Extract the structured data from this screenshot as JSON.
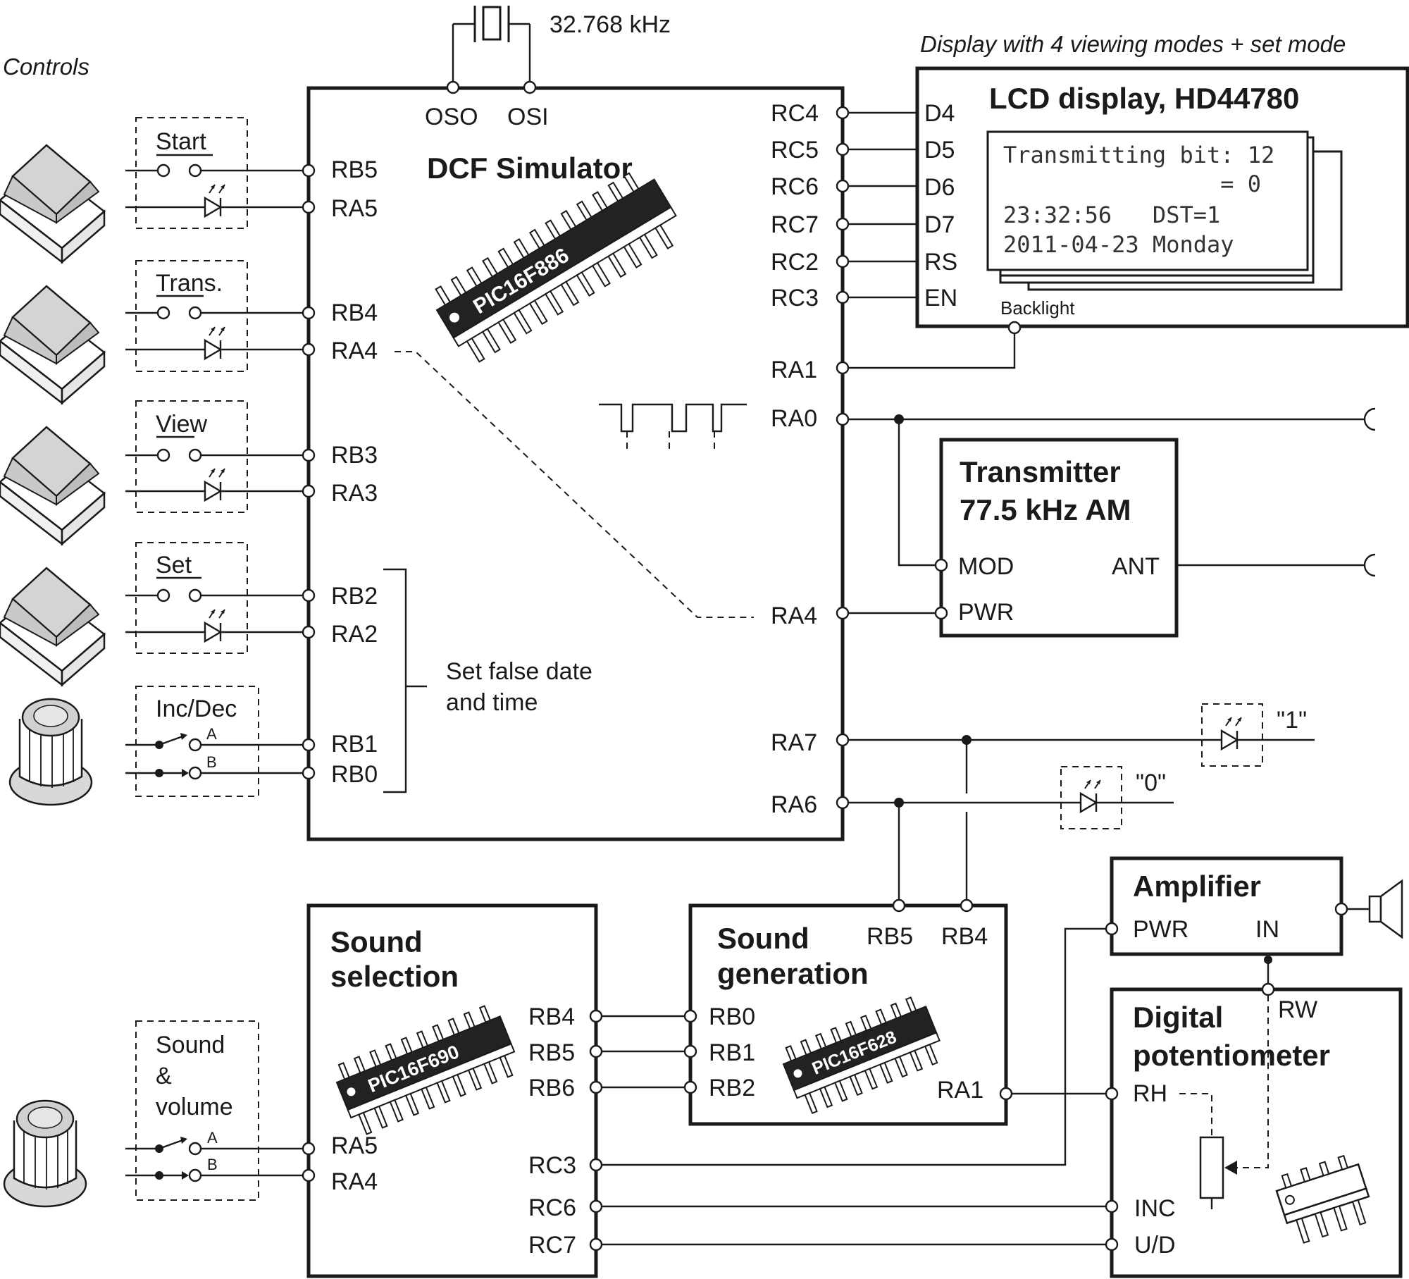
{
  "controls_label": "Controls",
  "crystal": {
    "freq": "32.768 kHz",
    "pin_oso": "OSO",
    "pin_osi": "OSI"
  },
  "dcf": {
    "title": "DCF Simulator",
    "chip": "PIC16F886",
    "left_pins": [
      "RB5",
      "RA5",
      "RB4",
      "RA4",
      "RB3",
      "RA3",
      "RB2",
      "RA2",
      "RB1",
      "RB0"
    ],
    "right_pins": [
      "RC4",
      "RC5",
      "RC6",
      "RC7",
      "RC2",
      "RC3",
      "RA1",
      "RA0",
      "RA4",
      "RA7",
      "RA6"
    ],
    "bracket_text": [
      "Set false date",
      "and time"
    ]
  },
  "buttons": [
    {
      "label": "Start"
    },
    {
      "label": "Trans."
    },
    {
      "label": "View"
    },
    {
      "label": "Set"
    }
  ],
  "incdec": {
    "label": "Inc/Dec",
    "a": "A",
    "b": "B"
  },
  "lcd": {
    "caption": "Display with 4 viewing modes + set mode",
    "title": "LCD display, HD44780",
    "pins": [
      "D4",
      "D5",
      "D6",
      "D7",
      "RS",
      "EN"
    ],
    "backlight": "Backlight",
    "screen_lines": [
      "Transmitting bit: 12",
      "                = 0",
      "23:32:56   DST=1",
      "2011-04-23 Monday"
    ]
  },
  "transmitter": {
    "title_line1": "Transmitter",
    "title_line2": "77.5 kHz AM",
    "pin_mod": "MOD",
    "pin_pwr": "PWR",
    "pin_ant": "ANT"
  },
  "leds": {
    "one": "\"1\"",
    "zero": "\"0\""
  },
  "sound_selection": {
    "title_line1": "Sound",
    "title_line2": "selection",
    "chip": "PIC16F690",
    "left_pins": [
      "RA5",
      "RA4"
    ],
    "right_pins": [
      "RB4",
      "RB5",
      "RB6",
      "RC3",
      "RC6",
      "RC7"
    ]
  },
  "sound_knob": {
    "label_line1": "Sound",
    "label_line2": "&",
    "label_line3": "volume",
    "a": "A",
    "b": "B"
  },
  "sound_generation": {
    "title_line1": "Sound",
    "title_line2": "generation",
    "chip": "PIC16F628",
    "top_pins": [
      "RB5",
      "RB4"
    ],
    "left_pins": [
      "RB0",
      "RB1",
      "RB2"
    ],
    "right_pin": "RA1"
  },
  "amplifier": {
    "title": "Amplifier",
    "pin_pwr": "PWR",
    "pin_in": "IN"
  },
  "digipot": {
    "title_line1": "Digital",
    "title_line2": "potentiometer",
    "pin_rw": "RW",
    "pin_rh": "RH",
    "pin_inc": "INC",
    "pin_ud": "U/D"
  }
}
